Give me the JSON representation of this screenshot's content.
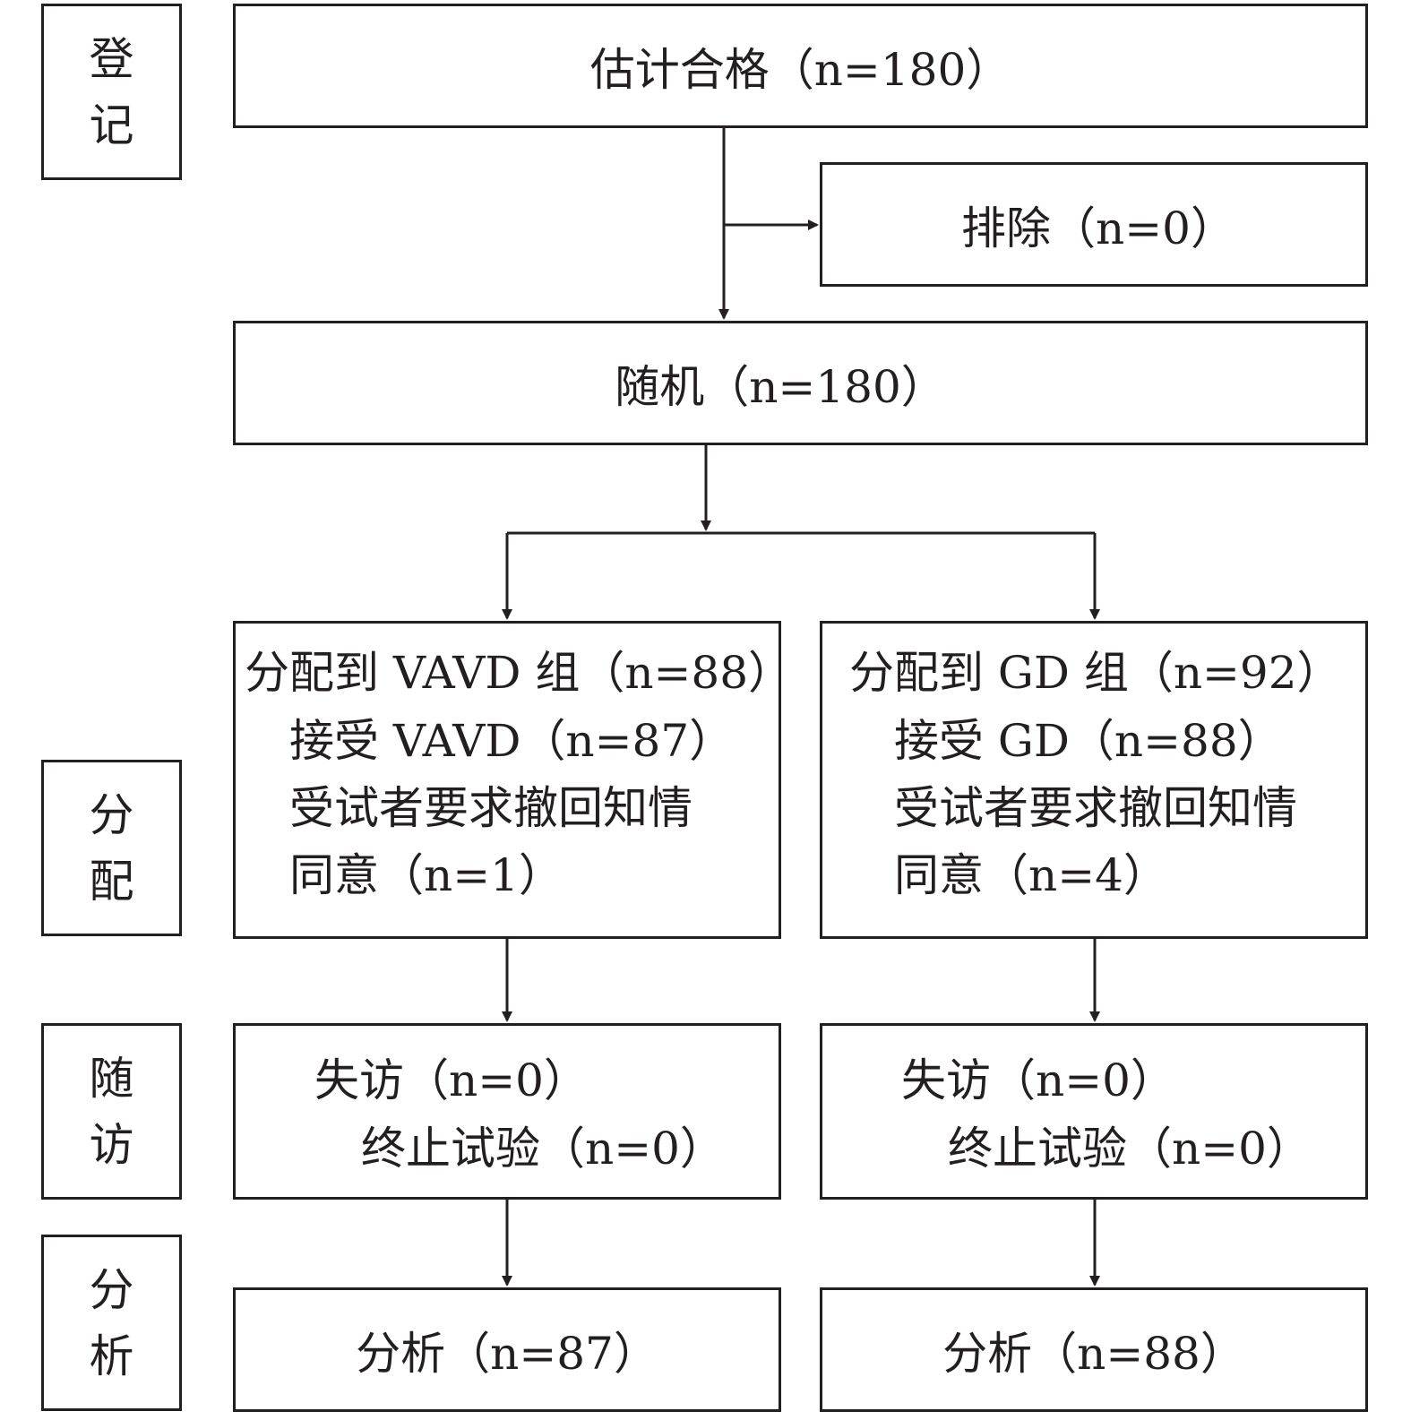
{
  "stages": {
    "enrollment": [
      "登",
      "记"
    ],
    "allocation": [
      "分",
      "配"
    ],
    "followup": [
      "随",
      "访"
    ],
    "analysis": [
      "分",
      "析"
    ]
  },
  "boxes": {
    "eligibility": "估计合格（n=180）",
    "excluded": "排除（n=0）",
    "randomized": "随机（n=180）",
    "vavd": {
      "title": "分配到 VAVD 组（n=88）",
      "received": "接受 VAVD（n=87）",
      "withdraw_line1": "受试者要求撤回知情",
      "withdraw_line2": "同意（n=1）"
    },
    "gd": {
      "title": "分配到 GD 组（n=92）",
      "received": "接受 GD（n=88）",
      "withdraw_line1": "受试者要求撤回知情",
      "withdraw_line2": "同意（n=4）"
    },
    "followup_left": {
      "lost": "失访（n=0）",
      "stopped": "终止试验（n=0）"
    },
    "followup_right": {
      "lost": "失访（n=0）",
      "stopped": "终止试验（n=0）"
    },
    "analysis_left": "分析（n=87）",
    "analysis_right": "分析（n=88）"
  }
}
